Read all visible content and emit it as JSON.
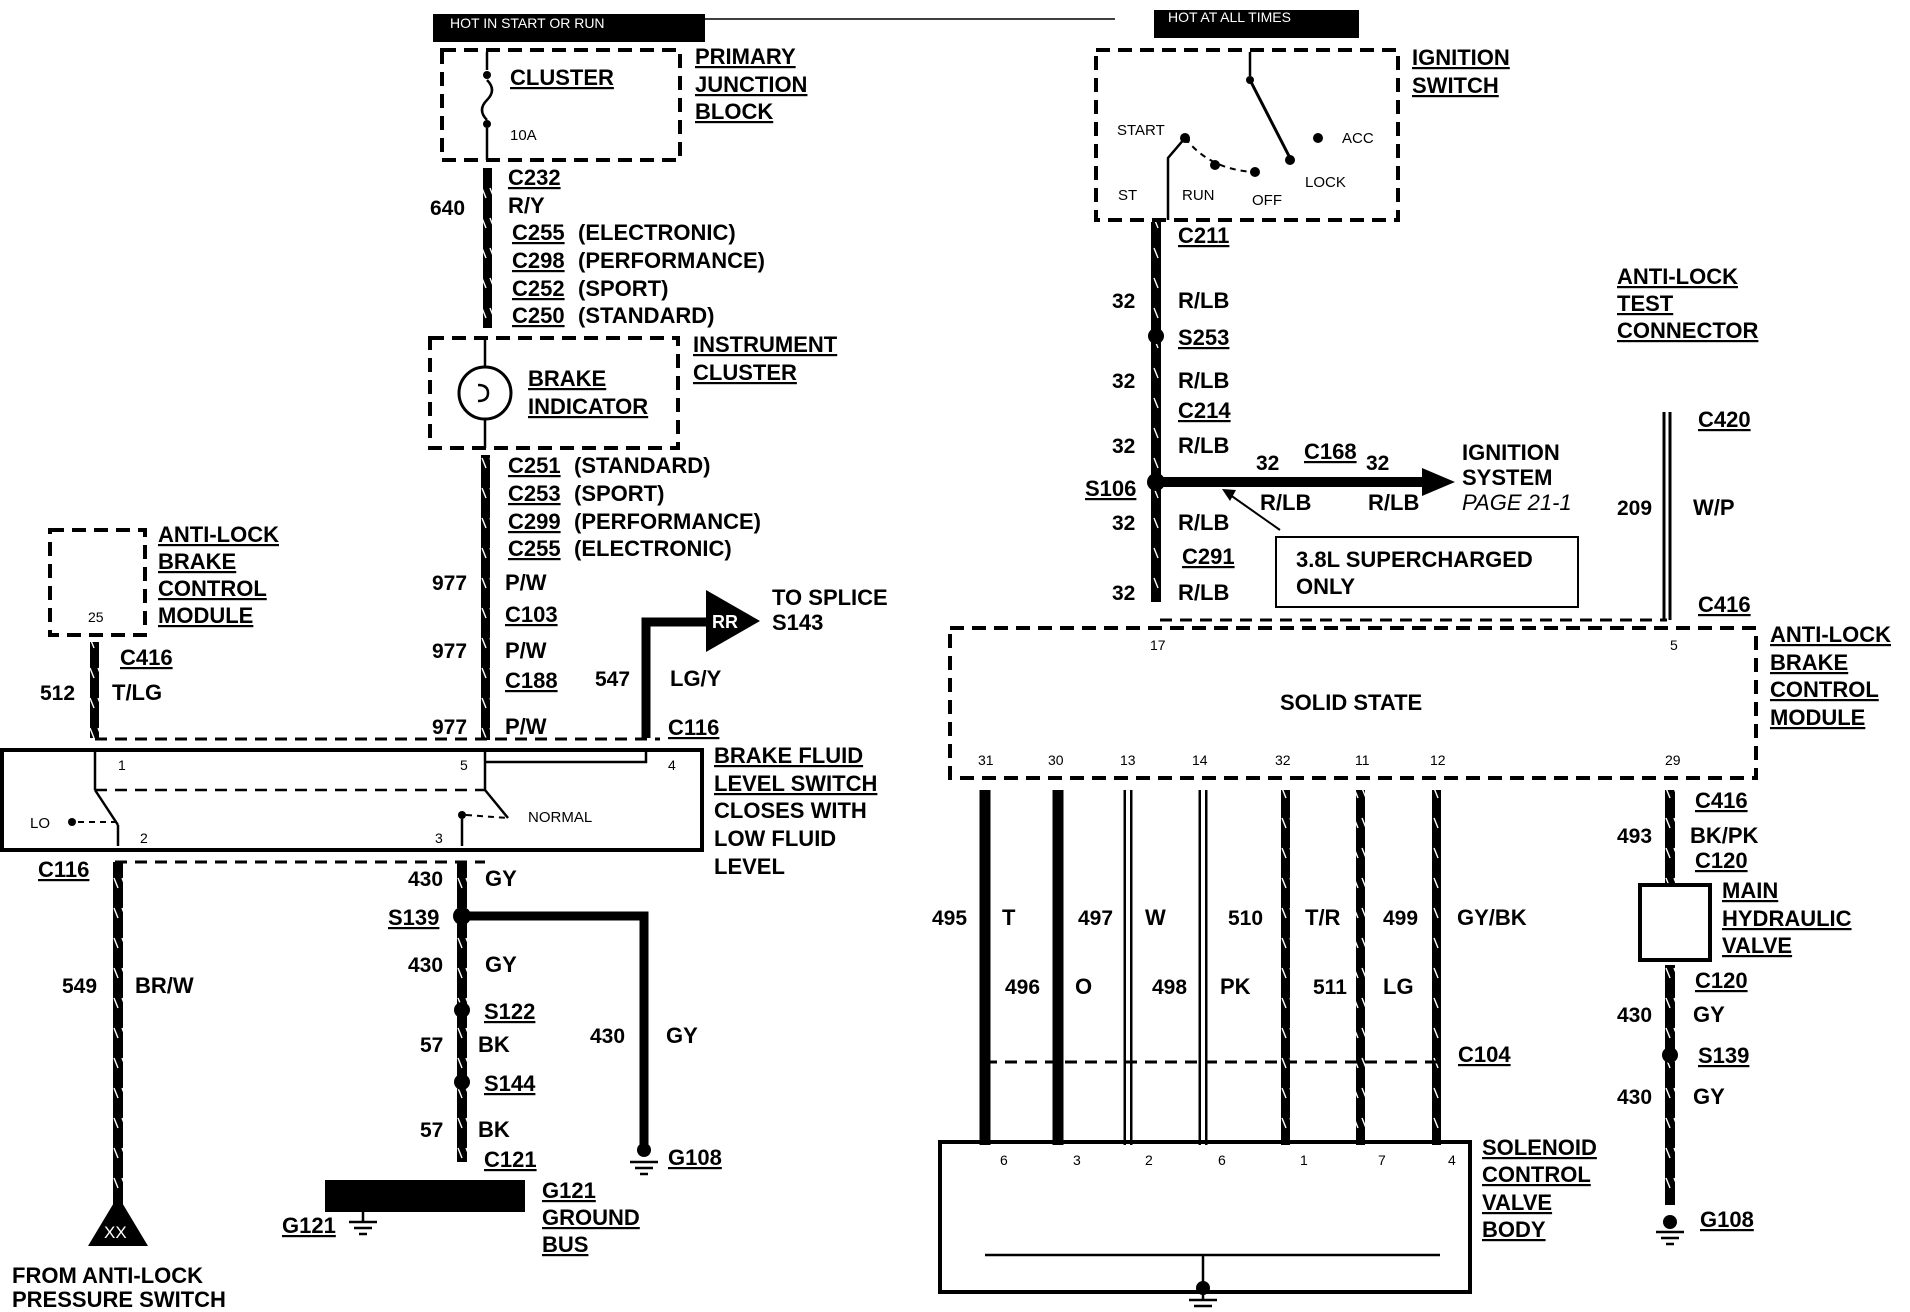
{
  "headers": {
    "hot_start_run": "HOT IN START OR RUN",
    "hot_all_times": "HOT AT ALL TIMES"
  },
  "primary_junction_block": {
    "label_lines": [
      "PRIMARY",
      "JUNCTION",
      "BLOCK"
    ],
    "fuse_name": "CLUSTER",
    "fuse_rating": "10A"
  },
  "cluster_feed": {
    "circuit": "640",
    "connector": "C232",
    "color": "R/Y",
    "variant_connectors_top": [
      {
        "id": "C255",
        "note": "(ELECTRONIC)"
      },
      {
        "id": "C298",
        "note": "(PERFORMANCE)"
      },
      {
        "id": "C252",
        "note": "(SPORT)"
      },
      {
        "id": "C250",
        "note": "(STANDARD)"
      }
    ]
  },
  "instrument_cluster": {
    "label_lines": [
      "INSTRUMENT",
      "CLUSTER"
    ],
    "lamp_lines": [
      "BRAKE",
      "INDICATOR"
    ]
  },
  "variant_connectors_bottom": [
    {
      "id": "C251",
      "note": "(STANDARD)"
    },
    {
      "id": "C253",
      "note": "(SPORT)"
    },
    {
      "id": "C299",
      "note": "(PERFORMANCE)"
    },
    {
      "id": "C255",
      "note": "(ELECTRONIC)"
    }
  ],
  "pw_wires": [
    {
      "circuit": "977",
      "color": "P/W"
    },
    {
      "connector": "C103",
      "circuit": "977",
      "color": "P/W"
    },
    {
      "connector": "C188",
      "circuit": "977",
      "color": "P/W"
    }
  ],
  "abs_module_left": {
    "label_lines": [
      "ANTI-LOCK",
      "BRAKE",
      "CONTROL",
      "MODULE"
    ],
    "pin": "25",
    "connector": "C416",
    "circuit": "512",
    "color": "T/LG"
  },
  "to_splice": {
    "lines": [
      "TO SPLICE",
      "S143"
    ],
    "badge": "RR",
    "circuit": "547",
    "color": "LG/Y",
    "connector": "C116"
  },
  "brake_fluid_switch": {
    "label_lines": [
      "BRAKE FLUID",
      "LEVEL SWITCH"
    ],
    "note_lines": [
      "CLOSES WITH",
      "LOW FLUID",
      "LEVEL"
    ],
    "pins": [
      "1",
      "5",
      "4",
      "2",
      "3"
    ],
    "lo": "LO",
    "normal": "NORMAL",
    "connector_bottom": "C116"
  },
  "pressure_switch": {
    "circuit": "549",
    "color": "BR/W",
    "badge": "XX",
    "lines": [
      "FROM ANTI-LOCK",
      "PRESSURE SWITCH"
    ]
  },
  "ground_chain": {
    "w1_circuit": "430",
    "w1_color": "GY",
    "s139": "S139",
    "w2_circuit": "430",
    "w2_color": "GY",
    "s122": "S122",
    "w3_circuit": "57",
    "w3_color": "BK",
    "s144": "S144",
    "w4_circuit": "57",
    "w4_color": "BK",
    "c121": "C121",
    "g121_bus_lines": [
      "G121",
      "GROUND",
      "BUS"
    ],
    "g121": "G121",
    "branch_circuit": "430",
    "branch_color": "GY",
    "g108": "G108"
  },
  "ignition_switch": {
    "label_lines": [
      "IGNITION",
      "SWITCH"
    ],
    "positions": [
      "START",
      "ACC",
      "ST",
      "RUN",
      "OFF",
      "LOCK"
    ],
    "connector": "C211"
  },
  "ign_feed": [
    {
      "circuit": "32",
      "color": "R/LB"
    },
    {
      "splice": "S253"
    },
    {
      "circuit": "32",
      "color": "R/LB",
      "connector": "C214"
    },
    {
      "circuit": "32",
      "color": "R/LB"
    },
    {
      "splice": "S106"
    },
    {
      "circuit": "32",
      "color": "R/LB",
      "connector": "C291"
    },
    {
      "circuit": "32",
      "color": "R/LB"
    }
  ],
  "ignition_system_branch": {
    "circuit_a": "32",
    "color_a": "R/LB",
    "connector": "C168",
    "circuit_b": "32",
    "color_b": "R/LB",
    "dest_lines": [
      "IGNITION",
      "SYSTEM"
    ],
    "page": "PAGE 21-1",
    "note_lines": [
      "3.8L SUPERCHARGED",
      "ONLY"
    ]
  },
  "anti_lock_test_connector": {
    "label_lines": [
      "ANTI-LOCK",
      "TEST",
      "CONNECTOR"
    ],
    "connector_top": "C420",
    "circuit": "209",
    "color": "W/P",
    "connector_bottom": "C416"
  },
  "abs_module_right": {
    "label_lines": [
      "ANTI-LOCK",
      "BRAKE",
      "CONTROL",
      "MODULE"
    ],
    "body": "SOLID STATE",
    "top_pins": [
      "17",
      "5"
    ],
    "bottom_pins": [
      "31",
      "30",
      "13",
      "14",
      "32",
      "11",
      "12",
      "29"
    ]
  },
  "solenoid_wires": [
    {
      "circuit": "495",
      "color": "T"
    },
    {
      "circuit": "496",
      "color": "O"
    },
    {
      "circuit": "497",
      "color": "W"
    },
    {
      "circuit": "498",
      "color": "PK"
    },
    {
      "circuit": "510",
      "color": "T/R"
    },
    {
      "circuit": "511",
      "color": "LG"
    },
    {
      "circuit": "499",
      "color": "GY/BK"
    }
  ],
  "solenoid_connector": "C104",
  "solenoid_body": {
    "label_lines": [
      "SOLENOID",
      "CONTROL",
      "VALVE",
      "BODY"
    ],
    "pins": [
      "6",
      "3",
      "2",
      "6",
      "1",
      "7",
      "4"
    ]
  },
  "main_valve": {
    "connector_top": "C416",
    "circuit": "493",
    "color": "BK/PK",
    "connector_mid": "C120",
    "label_lines": [
      "MAIN",
      "HYDRAULIC",
      "VALVE"
    ],
    "connector_bottom": "C120",
    "w1_circuit": "430",
    "w1_color": "GY",
    "splice": "S139",
    "w2_circuit": "430",
    "w2_color": "GY",
    "ground": "G108"
  }
}
